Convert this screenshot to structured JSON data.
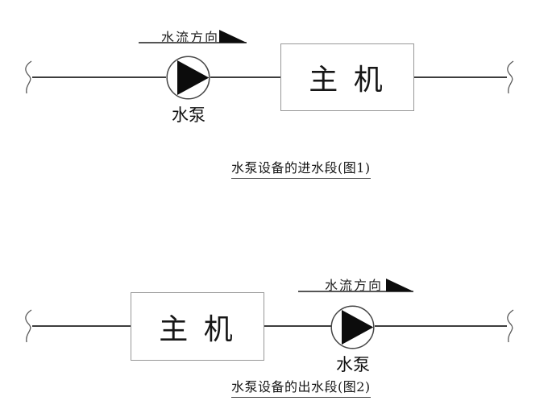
{
  "diagram_title": "pump piping inlet/outlet schematic",
  "colors": {
    "background": "#ffffff",
    "pipe_line": "#3d3d3d",
    "box_border": "#979797",
    "solid_fill": "#0c0c0c",
    "text": "#151515"
  },
  "icons": {
    "pump": "pump-icon (circle with solid right-pointing triangle)",
    "flow_arrow": "flow-arrow-icon (solid right-pointing wedge)",
    "pipe_break": "pipe-break-icon (S-shaped pipe break squiggle)"
  },
  "inlet": {
    "flow_label": "水流方向",
    "pump_label": "水泵",
    "main_unit_label": "主 机",
    "caption": "水泵设备的进水段(图1)"
  },
  "outlet": {
    "flow_label": "水流方向",
    "pump_label": "水泵",
    "main_unit_label": "主 机",
    "caption": "水泵设备的出水段(图2)"
  }
}
